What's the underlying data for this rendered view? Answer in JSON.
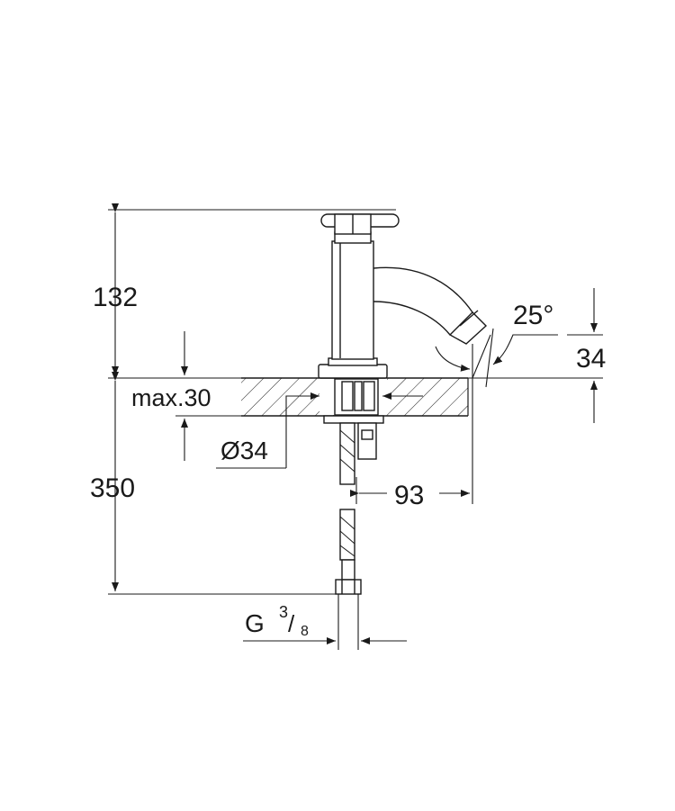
{
  "drawing": {
    "dimensions": {
      "height_above_deck": "132",
      "deck_thickness_max": "max.30",
      "hole_diameter": "Ø34",
      "hose_length": "350",
      "spout_projection": "93",
      "spout_angle": "25°",
      "spout_clearance": "34",
      "connection_thread_prefix": "G",
      "connection_thread_num": "3",
      "connection_thread_den": "8"
    },
    "colors": {
      "ink": "#1a1a1a",
      "background": "#ffffff"
    }
  }
}
